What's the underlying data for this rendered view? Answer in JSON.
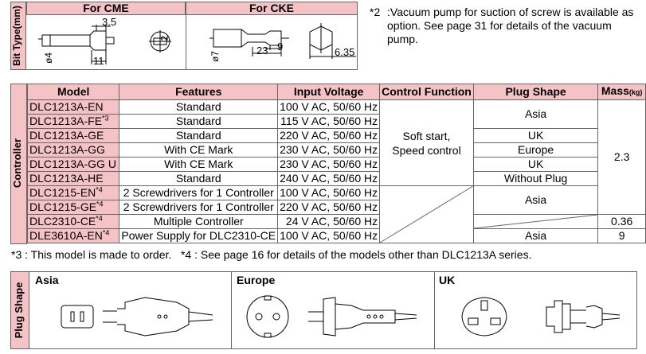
{
  "bit_type": {
    "side_label": "Bit Type(mm)",
    "cme": {
      "title": "For CME",
      "dims": {
        "d1": "3.5",
        "d2": "2",
        "d3": "ø4",
        "d4": "11"
      }
    },
    "cke": {
      "title": "For CKE",
      "dims": {
        "d1": "23",
        "d2": "9",
        "d3": "ø7",
        "d4": "6.35"
      }
    }
  },
  "note2": {
    "marker": "*2",
    "text": ":Vacuum pump for suction of screw is available as option. See page 31 for details of the vacuum pump."
  },
  "controller_label": "Controller",
  "table": {
    "headers": {
      "model": "Model",
      "features": "Features",
      "voltage": "Input Voltage",
      "control": "Control Function",
      "plug": "Plug Shape",
      "mass": "Mass",
      "mass_unit": "(kg)"
    },
    "rows": [
      {
        "model": "DLC1213A-EN",
        "sup": "",
        "features": "Standard",
        "voltage": "100 V AC, 50/60 Hz"
      },
      {
        "model": "DLC1213A-FE",
        "sup": "*3",
        "features": "Standard",
        "voltage": "115 V AC, 50/60 Hz"
      },
      {
        "model": "DLC1213A-GE",
        "sup": "",
        "features": "Standard",
        "voltage": "220 V AC, 50/60 Hz"
      },
      {
        "model": "DLC1213A-GG",
        "sup": "",
        "features": "With CE Mark",
        "voltage": "230 V AC, 50/60 Hz"
      },
      {
        "model": "DLC1213A-GG U",
        "sup": "",
        "features": "With CE Mark",
        "voltage": "230 V AC, 50/60 Hz"
      },
      {
        "model": "DLC1213A-HE",
        "sup": "",
        "features": "Standard",
        "voltage": "240 V AC, 50/60 Hz"
      },
      {
        "model": "DLC1215-EN",
        "sup": "*4",
        "features": "2 Screwdrivers for 1 Controller",
        "voltage": "100 V AC, 50/60 Hz"
      },
      {
        "model": "DLC1215-GE",
        "sup": "*4",
        "features": "2 Screwdrivers for 1 Controller",
        "voltage": "220 V AC, 50/60 Hz"
      },
      {
        "model": "DLC2310-CE",
        "sup": "*4",
        "features": "Multiple Controller",
        "voltage": "24 V AC, 50/60 Hz"
      },
      {
        "model": "DLE3610A-EN",
        "sup": "*4",
        "features": "Power Supply for DLC2310-CE",
        "voltage": "100 V AC, 50/60 Hz"
      }
    ],
    "control_line1": "Soft start,",
    "control_line2": "Speed control",
    "plugs": {
      "asia1": "Asia",
      "uk1": "UK",
      "europe": "Europe",
      "uk2": "UK",
      "without": "Without Plug",
      "asia2": "Asia",
      "asia3": "Asia"
    },
    "mass": {
      "m1": "2.3",
      "m2": "0.36",
      "m3": "9"
    }
  },
  "footnote": "*3 : This model is made to order.   *4 : See page 16 for details of the models other than DLC1213A series.",
  "plug_shape": {
    "side_label": "Plug Shape",
    "asia": "Asia",
    "europe": "Europe",
    "uk": "UK"
  }
}
